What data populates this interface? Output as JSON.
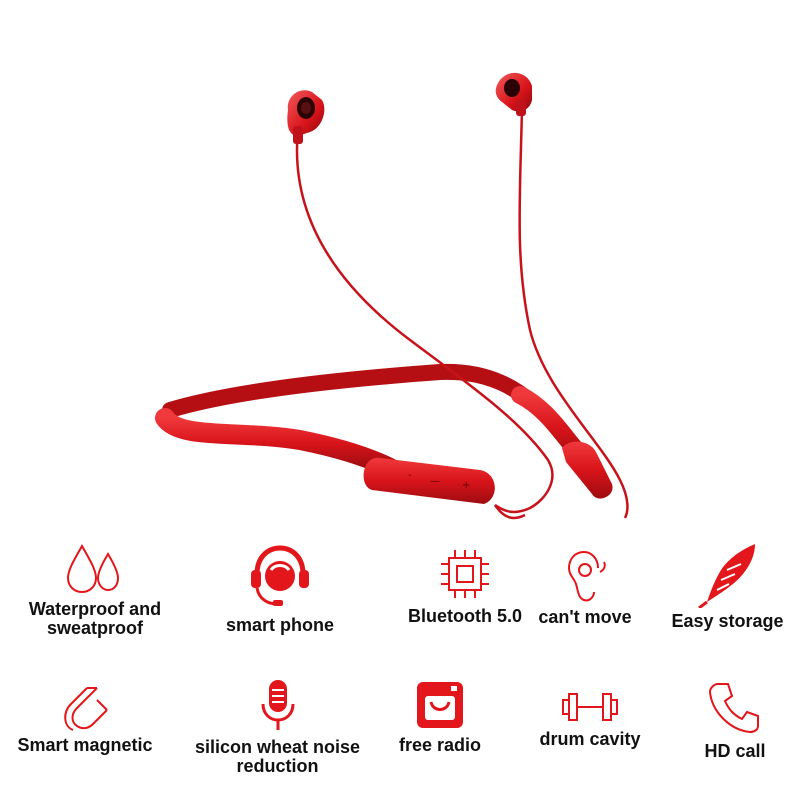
{
  "accent_color": "#e3161b",
  "product": {
    "name": "neckband-bluetooth-earphones",
    "color": "#d8141a",
    "remote_buttons": [
      "-",
      "—",
      "+"
    ]
  },
  "features": [
    {
      "icon": "water-drops-icon",
      "label": "Waterproof and\nsweatproof"
    },
    {
      "icon": "headset-support-icon",
      "label": "smart phone"
    },
    {
      "icon": "chip-icon",
      "label": "Bluetooth 5.0"
    },
    {
      "icon": "ear-icon",
      "label": "can't move"
    },
    {
      "icon": "feather-icon",
      "label": "Easy storage"
    },
    {
      "icon": "magnet-icon",
      "label": "Smart magnetic"
    },
    {
      "icon": "microphone-icon",
      "label": "silicon wheat noise\nreduction"
    },
    {
      "icon": "radio-icon",
      "label": "free radio"
    },
    {
      "icon": "dumbbell-icon",
      "label": "drum cavity"
    },
    {
      "icon": "phone-handset-icon",
      "label": "HD call"
    }
  ]
}
